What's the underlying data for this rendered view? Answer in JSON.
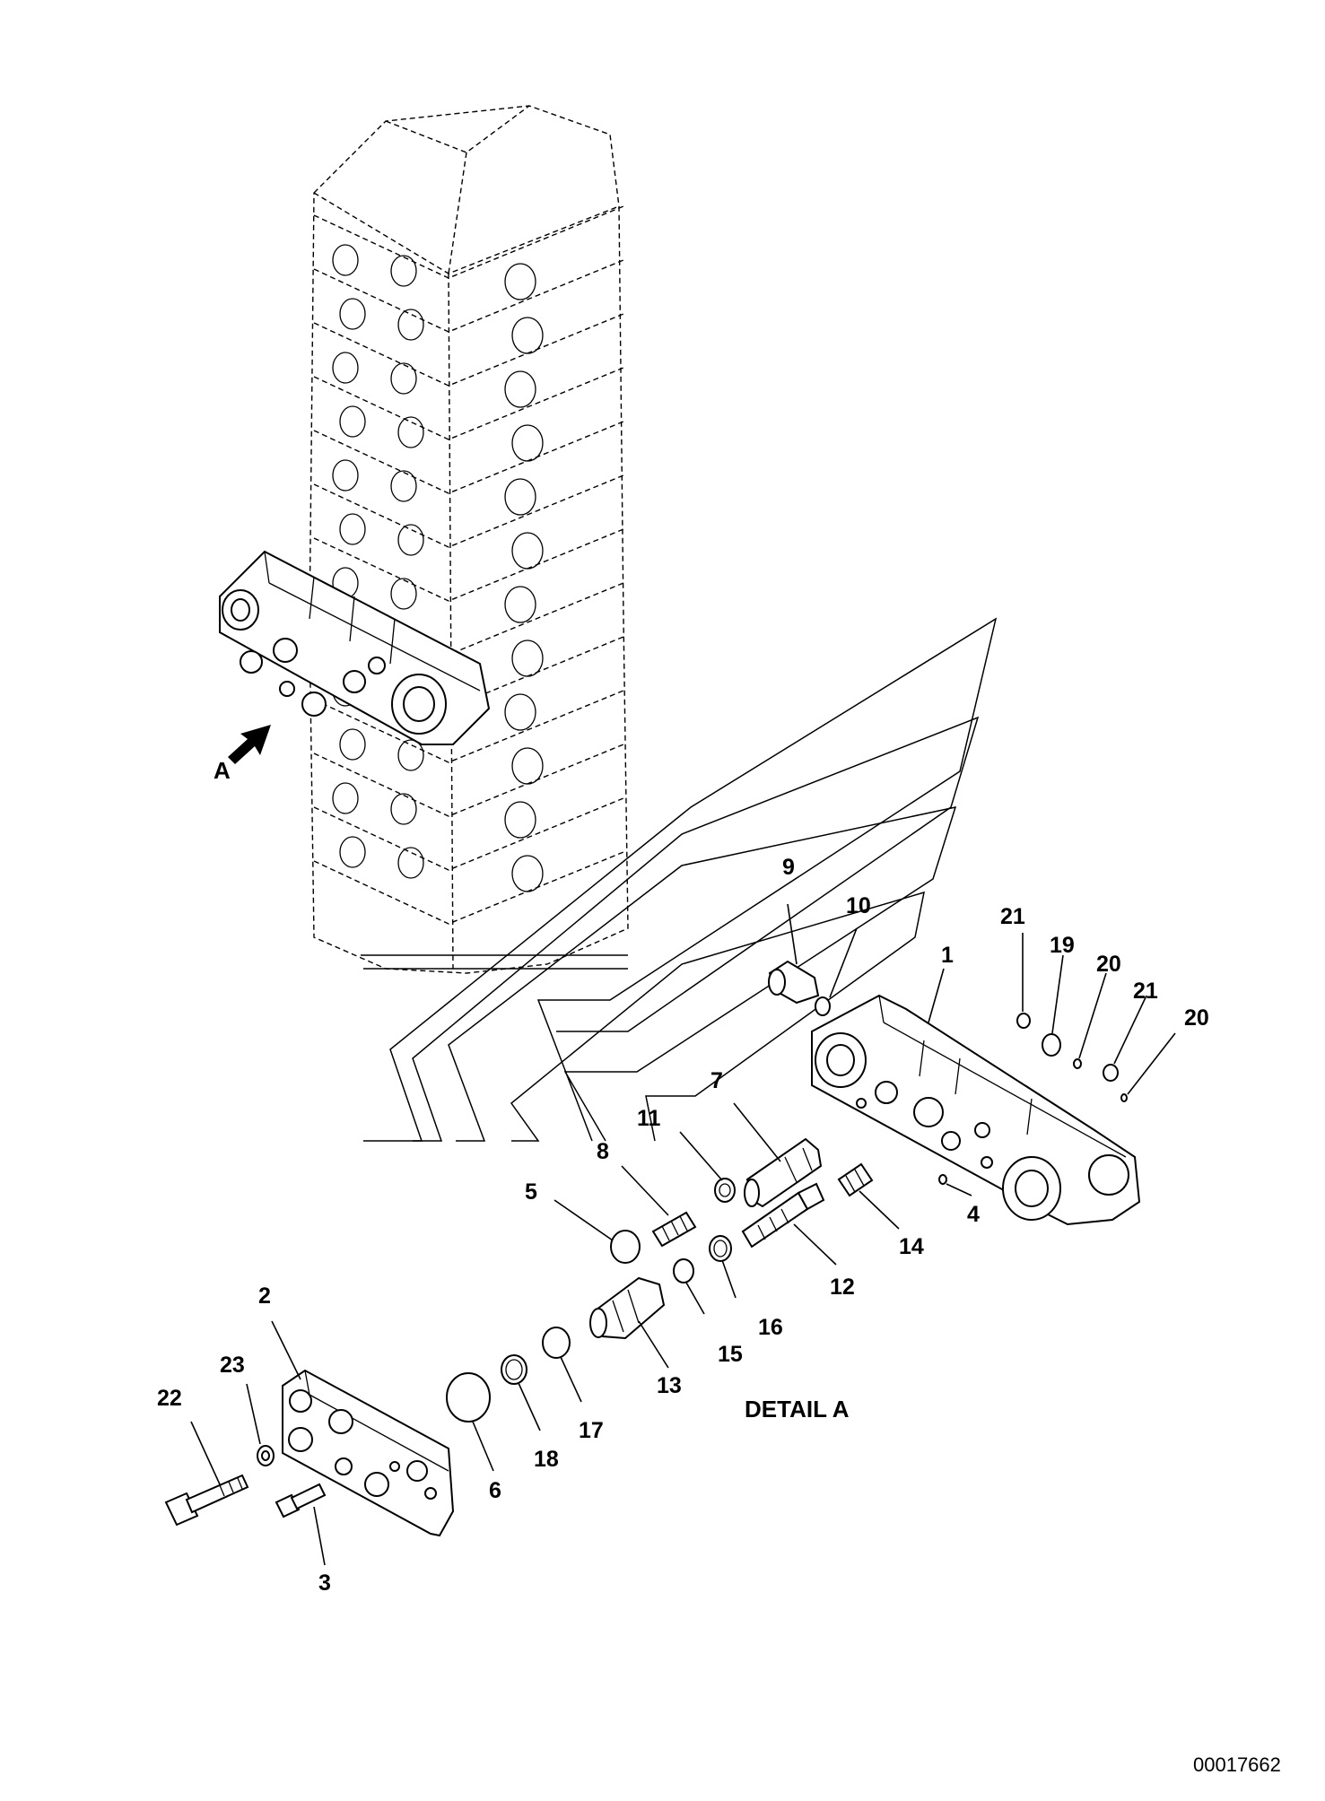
{
  "diagram": {
    "view_label": "A",
    "detail_title": "DETAIL A",
    "drawing_number": "00017662",
    "callouts": [
      "1",
      "2",
      "3",
      "4",
      "5",
      "6",
      "7",
      "8",
      "9",
      "10",
      "11",
      "12",
      "13",
      "14",
      "15",
      "16",
      "17",
      "18",
      "19",
      "20",
      "20",
      "21",
      "21",
      "22",
      "23"
    ]
  }
}
